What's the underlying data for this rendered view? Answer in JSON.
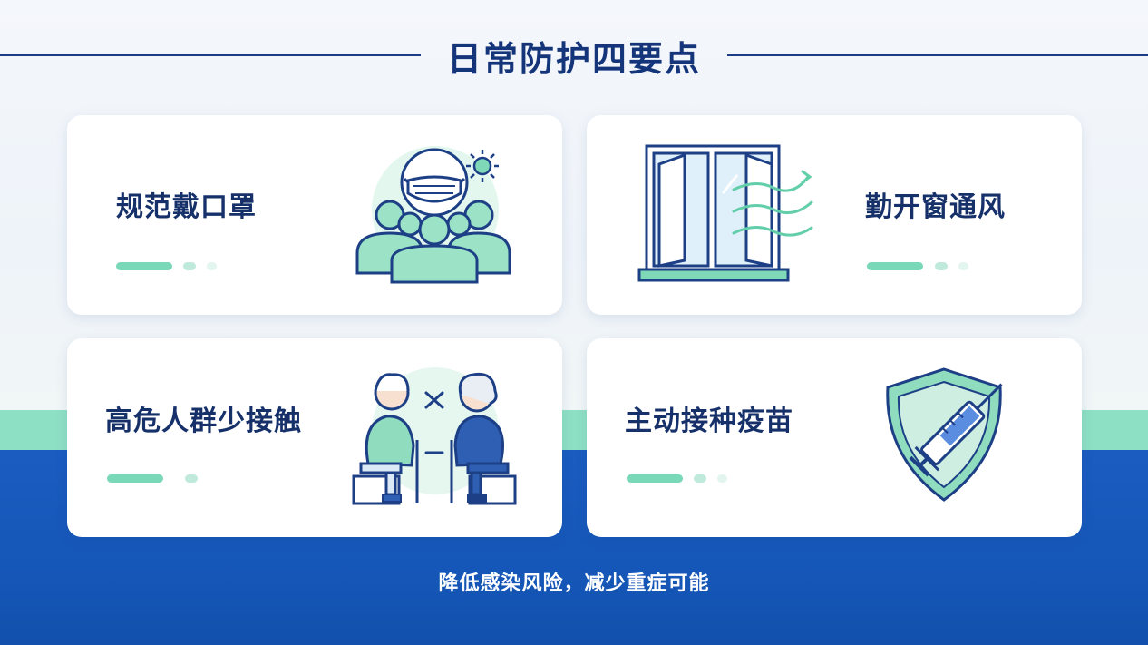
{
  "title": "日常防护四要点",
  "cards": [
    {
      "label": "规范戴口罩",
      "icon": "masked-crowd-icon"
    },
    {
      "label": "勤开窗通风",
      "icon": "open-window-icon"
    },
    {
      "label": "高危人群少接触",
      "icon": "elderly-distancing-icon"
    },
    {
      "label": "主动接种疫苗",
      "icon": "vaccine-shield-icon"
    }
  ],
  "footer": "降低感染风险，减少重症可能",
  "colors": {
    "navy": "#15357a",
    "mint": "#79d8b7",
    "blue_band": "#1557b8",
    "mint_band": "#8ee0c4"
  }
}
